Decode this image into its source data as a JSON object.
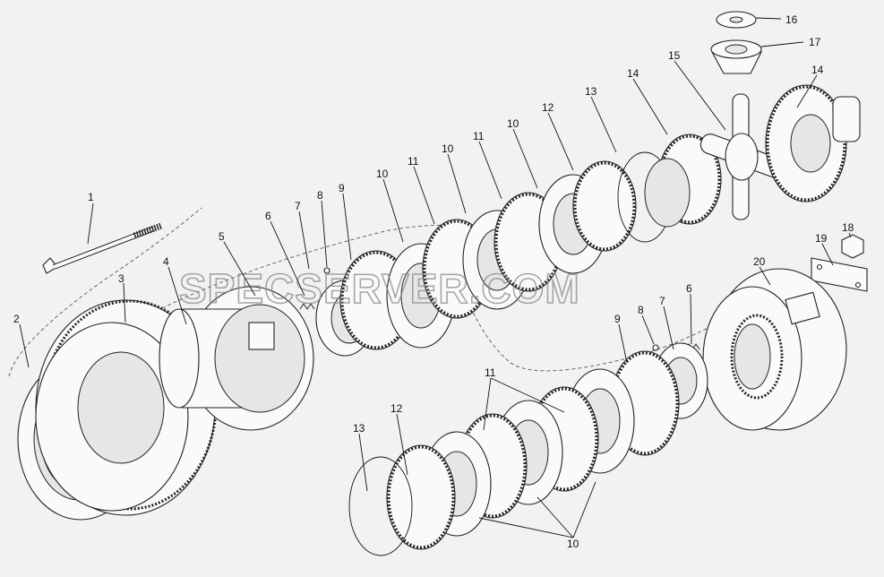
{
  "watermark": "SPECSERVER.COM",
  "callouts": [
    {
      "id": "c1",
      "text": "1"
    },
    {
      "id": "c2",
      "text": "2"
    },
    {
      "id": "c3",
      "text": "3"
    },
    {
      "id": "c4",
      "text": "4"
    },
    {
      "id": "c5",
      "text": "5"
    },
    {
      "id": "c6a",
      "text": "6"
    },
    {
      "id": "c7a",
      "text": "7"
    },
    {
      "id": "c8a",
      "text": "8"
    },
    {
      "id": "c9a",
      "text": "9"
    },
    {
      "id": "c10a",
      "text": "10"
    },
    {
      "id": "c11a",
      "text": "11"
    },
    {
      "id": "c10b",
      "text": "10"
    },
    {
      "id": "c11b",
      "text": "11"
    },
    {
      "id": "c10c",
      "text": "10"
    },
    {
      "id": "c12a",
      "text": "12"
    },
    {
      "id": "c13a",
      "text": "13"
    },
    {
      "id": "c14a",
      "text": "14"
    },
    {
      "id": "c15",
      "text": "15"
    },
    {
      "id": "c14b",
      "text": "14"
    },
    {
      "id": "c16",
      "text": "16"
    },
    {
      "id": "c17",
      "text": "17"
    },
    {
      "id": "c18",
      "text": "18"
    },
    {
      "id": "c19",
      "text": "19"
    },
    {
      "id": "c20",
      "text": "20"
    },
    {
      "id": "c6b",
      "text": "6"
    },
    {
      "id": "c7b",
      "text": "7"
    },
    {
      "id": "c8b",
      "text": "8"
    },
    {
      "id": "c9b",
      "text": "9"
    },
    {
      "id": "c11c",
      "text": "11"
    },
    {
      "id": "c12b",
      "text": "12"
    },
    {
      "id": "c13b",
      "text": "13"
    },
    {
      "id": "c10d",
      "text": "10"
    }
  ]
}
